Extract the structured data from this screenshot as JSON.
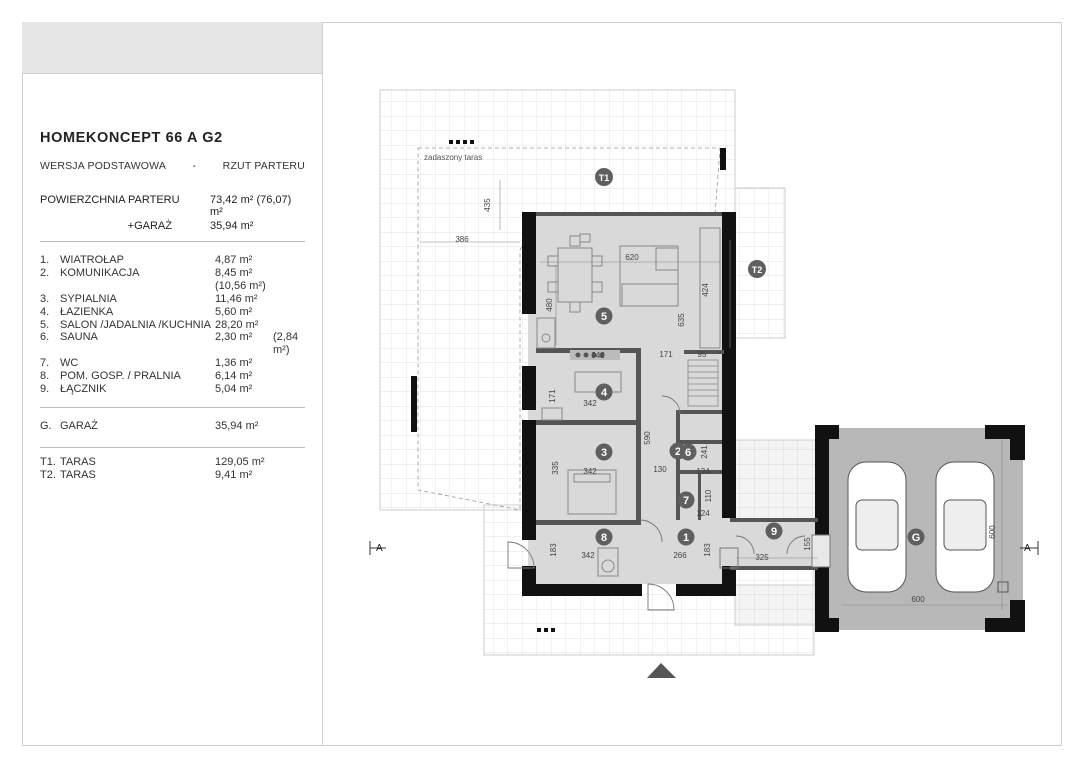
{
  "title": "HOMEKONCEPT 66 A G2",
  "version": "WERSJA  PODSTAWOWA",
  "separator": "-",
  "view": "RZUT PARTERU",
  "summary": {
    "ground_label": "POWIERZCHNIA PARTERU",
    "ground_value": "73,42 m² (76,07) m²",
    "garage_label": "+GARAŻ",
    "garage_value": "35,94 m²"
  },
  "rooms": [
    {
      "no": "1.",
      "name": "WIATROŁAP",
      "area": "4,87 m²",
      "extra": ""
    },
    {
      "no": "2.",
      "name": "KOMUNIKACJA",
      "area": "8,45 m² (10,56 m²)",
      "extra": ""
    },
    {
      "no": "3.",
      "name": "SYPIALNIA",
      "area": "11,46 m²",
      "extra": ""
    },
    {
      "no": "4.",
      "name": "ŁAZIENKA",
      "area": "5,60 m²",
      "extra": ""
    },
    {
      "no": "5.",
      "name": "SALON /JADALNIA /KUCHNIA",
      "area": "28,20 m²",
      "extra": ""
    },
    {
      "no": "6.",
      "name": "SAUNA",
      "area": "2,30 m²",
      "extra": "(2,84 m²)"
    },
    {
      "no": "7.",
      "name": "WC",
      "area": "1,36 m²",
      "extra": ""
    },
    {
      "no": "8.",
      "name": "POM. GOSP. / PRALNIA",
      "area": "6,14 m²",
      "extra": ""
    },
    {
      "no": "9.",
      "name": "ŁĄCZNIK",
      "area": "5,04 m²",
      "extra": ""
    }
  ],
  "garage": {
    "no": "G.",
    "name": "GARAŻ",
    "area": "35,94 m²"
  },
  "terraces": [
    {
      "no": "T1.",
      "name": "TARAS",
      "area": "129,05 m²"
    },
    {
      "no": "T2.",
      "name": "TARAS",
      "area": "9,41 m²"
    }
  ],
  "plan": {
    "covered_terrace_label": "zadaszony taras",
    "room_markers": [
      "1",
      "2",
      "3",
      "4",
      "5",
      "6",
      "7",
      "8",
      "9",
      "G",
      "T1",
      "T2"
    ],
    "dimensions": [
      "435",
      "386",
      "620",
      "480",
      "424",
      "635",
      "342",
      "171",
      "95",
      "171",
      "342",
      "590",
      "335",
      "342",
      "130",
      "124",
      "241",
      "110",
      "124",
      "183",
      "342",
      "266",
      "183",
      "325",
      "155",
      "600",
      "600"
    ],
    "section_marker": "A",
    "colors": {
      "wall": "#111111",
      "floor": "#d9d9d9",
      "garage_floor": "#b8b8b8",
      "terrace_grid": "#dcdcdc",
      "marker": "#5f5f5f"
    }
  }
}
